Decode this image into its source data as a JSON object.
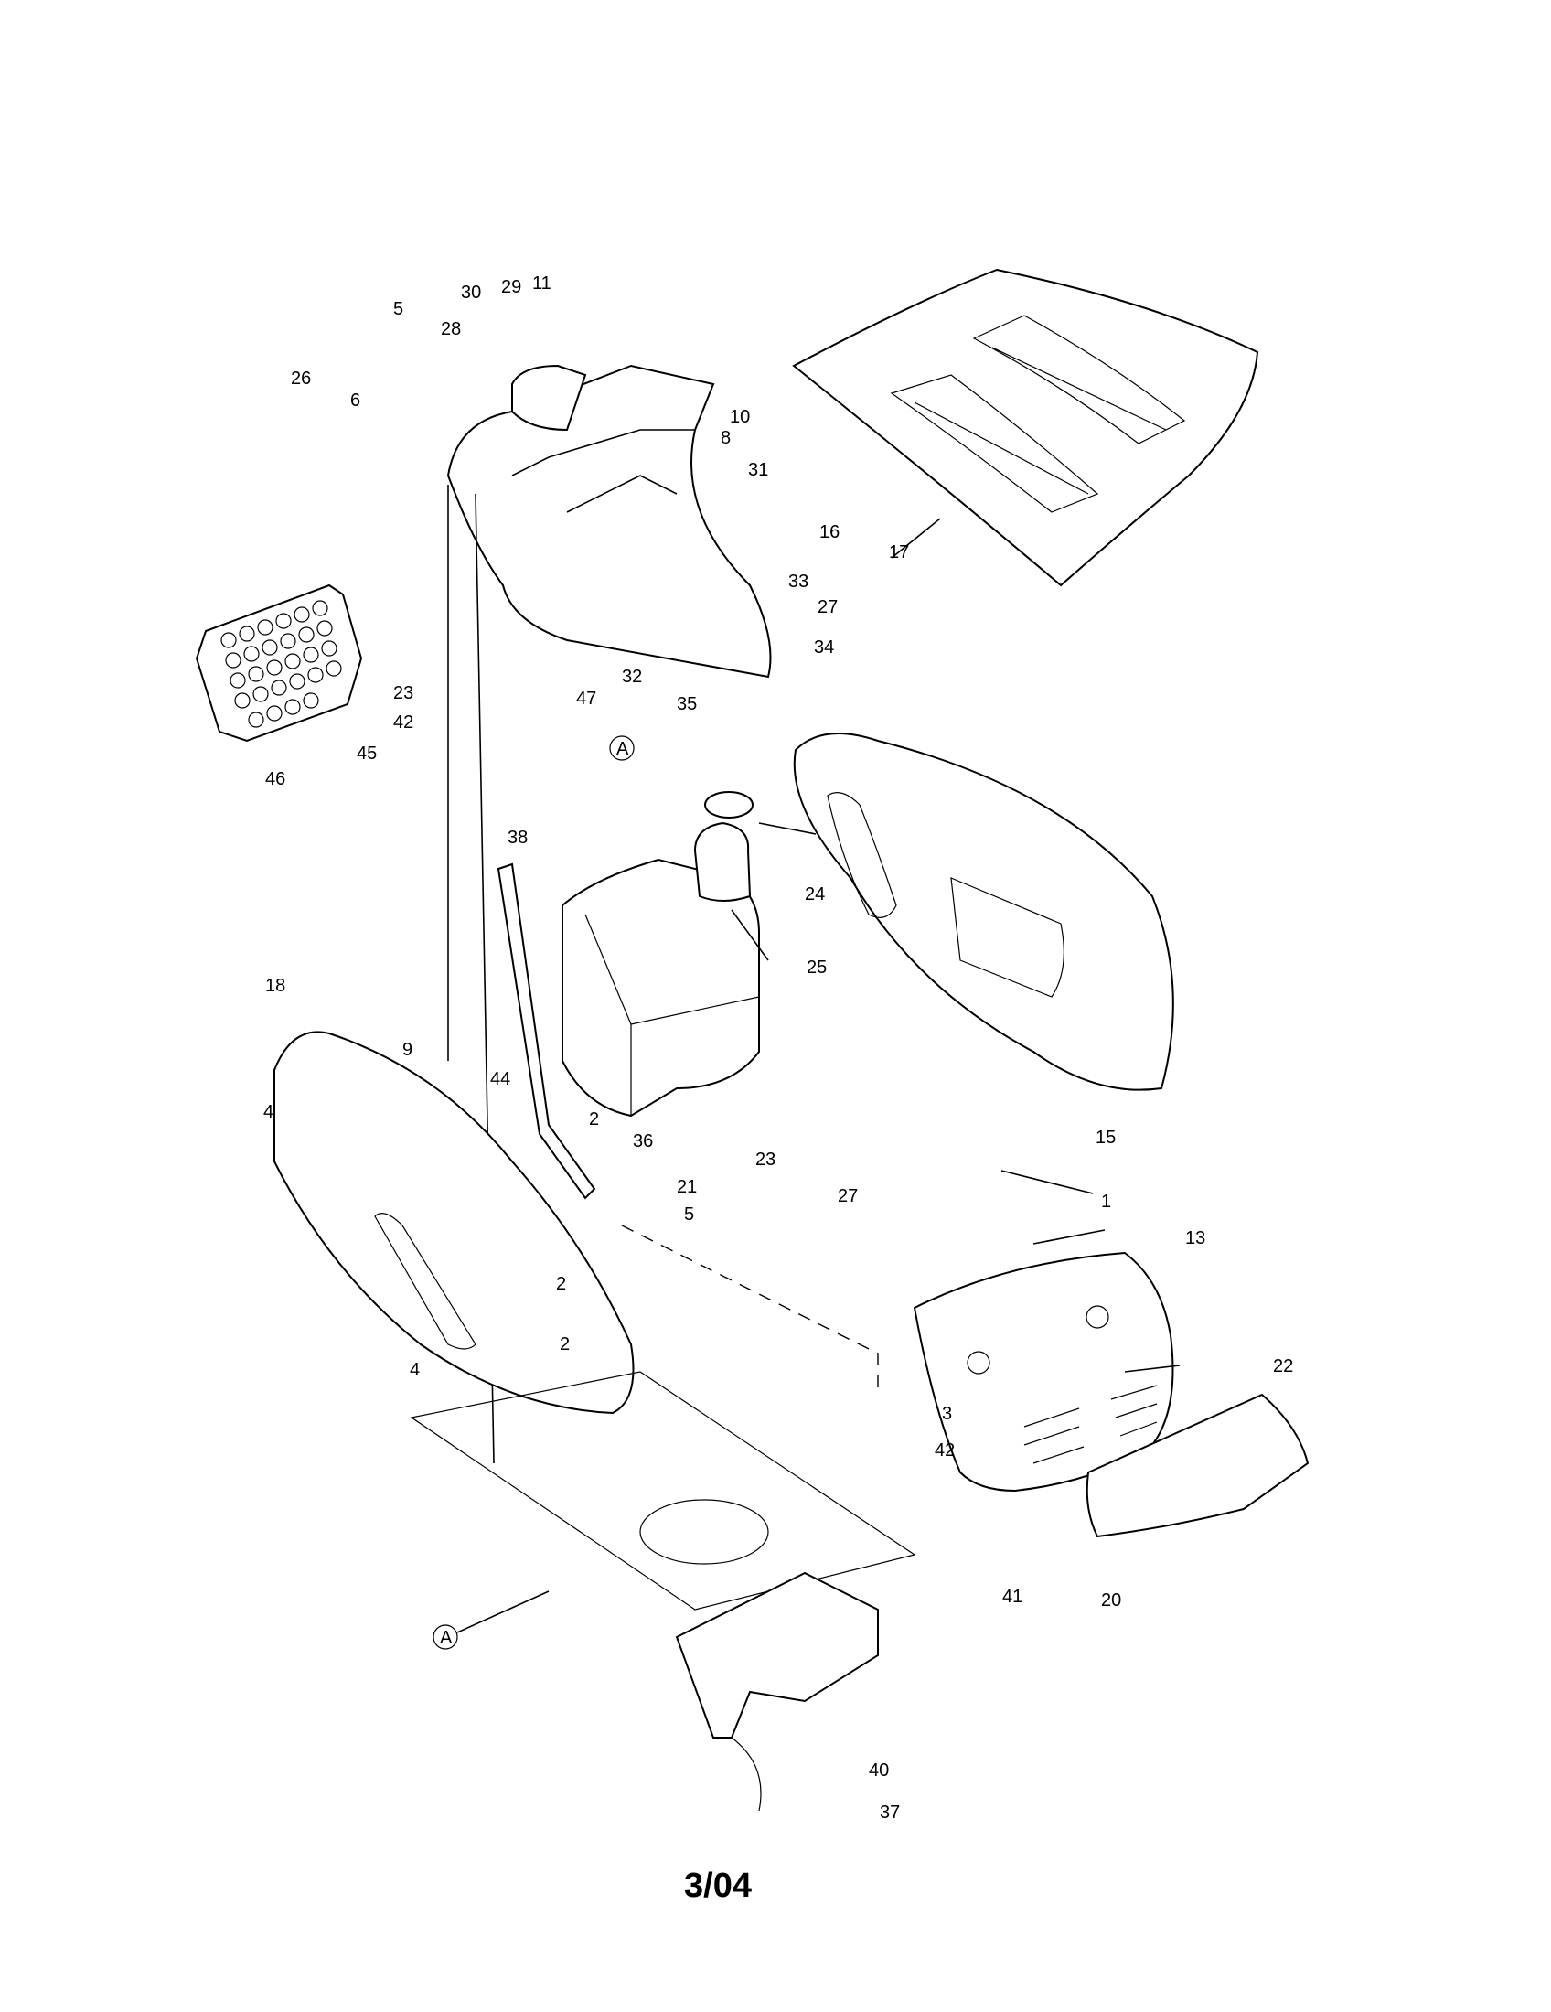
{
  "diagram": {
    "part_numbers": [
      "1",
      "2",
      "2",
      "2",
      "3",
      "4",
      "4",
      "5",
      "5",
      "6",
      "8",
      "9",
      "10",
      "11",
      "13",
      "15",
      "16",
      "17",
      "18",
      "20",
      "21",
      "22",
      "23",
      "23",
      "24",
      "25",
      "26",
      "27",
      "27",
      "28",
      "29",
      "30",
      "31",
      "32",
      "33",
      "34",
      "35",
      "36",
      "37",
      "38",
      "40",
      "41",
      "42",
      "42",
      "44",
      "45",
      "46",
      "47"
    ],
    "reference_markers": [
      "A",
      "A"
    ],
    "footer_date": "3/04"
  }
}
